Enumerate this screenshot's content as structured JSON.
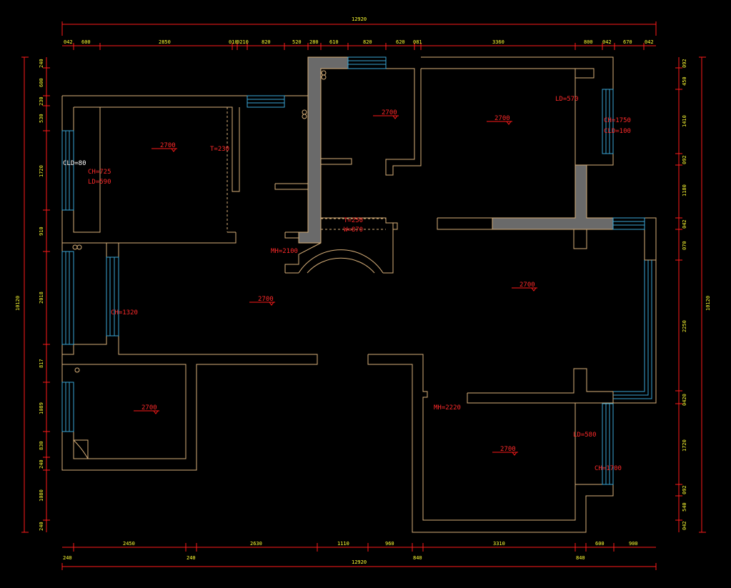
{
  "dimensions": {
    "overall_top": "12920",
    "overall_bottom": "12920",
    "overall_left": "10120",
    "overall_right": "10120",
    "top_row": [
      "042",
      "600",
      "2850",
      "010",
      "0210",
      "820",
      "520",
      "280",
      "610",
      "820",
      "620",
      "081",
      "3360",
      "800",
      "042",
      "670",
      "042"
    ],
    "bottom_row": [
      "2450",
      "2630",
      "1110",
      "960",
      "3310",
      "600",
      "900"
    ],
    "bottom_row2": [
      "240",
      "240",
      "840",
      "840"
    ],
    "left_col": [
      "240",
      "600",
      "230",
      "530",
      "1720",
      "910",
      "2018",
      "817",
      "1089",
      "830",
      "240",
      "1080",
      "240"
    ],
    "right_col": [
      "092",
      "450",
      "1410",
      "092",
      "1180",
      "042",
      "070",
      "2250",
      "0420",
      "1720",
      "092",
      "540",
      "042"
    ]
  },
  "labels": {
    "h_bedroom_left": "2700",
    "h_kitchen": "2700",
    "h_master": "2700",
    "h_living": "2700",
    "h_dining": "2700",
    "h_bedroom_bottom_left": "2700",
    "h_bedroom_bottom_right": "2700",
    "cld80": "CLD=80",
    "ch725": "CH=725",
    "ld590": "LD=590",
    "t230": "T=230",
    "ld570": "LD=570",
    "ch1750": "CH=1750",
    "cld100": "CLD=100",
    "t250": "T=250",
    "w870": "W=870",
    "mh2100": "MH=2100",
    "ch1320": "CH=1320",
    "mh2220": "MH=2220",
    "ld580": "LD=580",
    "ch1700": "CH=1700"
  },
  "colors": {
    "background": "#000000",
    "wall": "#d8b07a",
    "window": "#3aa6d6",
    "dimension": "#ff1a1a",
    "dimension_text": "#ffff33",
    "annotation": "#ff2a2a"
  }
}
